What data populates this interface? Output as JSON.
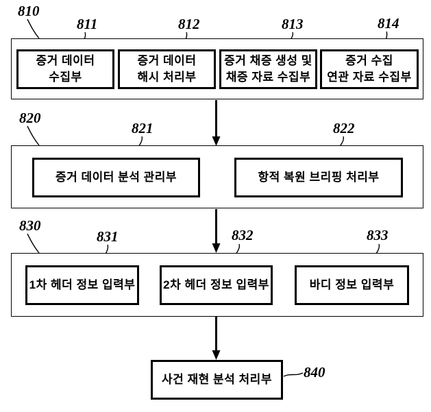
{
  "figure": {
    "colors": {
      "background": "#ffffff",
      "line": "#000000",
      "text": "#000000"
    }
  },
  "sections": [
    {
      "ref": "810",
      "boxes": [
        {
          "ref": "811",
          "lines": [
            "증거 데이터",
            "수집부"
          ]
        },
        {
          "ref": "812",
          "lines": [
            "증거 데이터",
            "해시 처리부"
          ]
        },
        {
          "ref": "813",
          "lines": [
            "증거 채증 생성 및",
            "채증 자료 수집부"
          ]
        },
        {
          "ref": "814",
          "lines": [
            "증거 수집",
            "연관 자료 수집부"
          ]
        }
      ]
    },
    {
      "ref": "820",
      "boxes": [
        {
          "ref": "821",
          "lines": [
            "증거 데이터 분석 관리부"
          ]
        },
        {
          "ref": "822",
          "lines": [
            "항적 복원 브리핑 처리부"
          ]
        }
      ]
    },
    {
      "ref": "830",
      "boxes": [
        {
          "ref": "831",
          "lines": [
            "1차 헤더 정보 입력부"
          ]
        },
        {
          "ref": "832",
          "lines": [
            "2차 헤더 정보 입력부"
          ]
        },
        {
          "ref": "833",
          "lines": [
            "바디 정보 입력부"
          ]
        }
      ]
    }
  ],
  "final_box": {
    "ref": "840",
    "lines": [
      "사건 재현 분석 처리부"
    ]
  }
}
